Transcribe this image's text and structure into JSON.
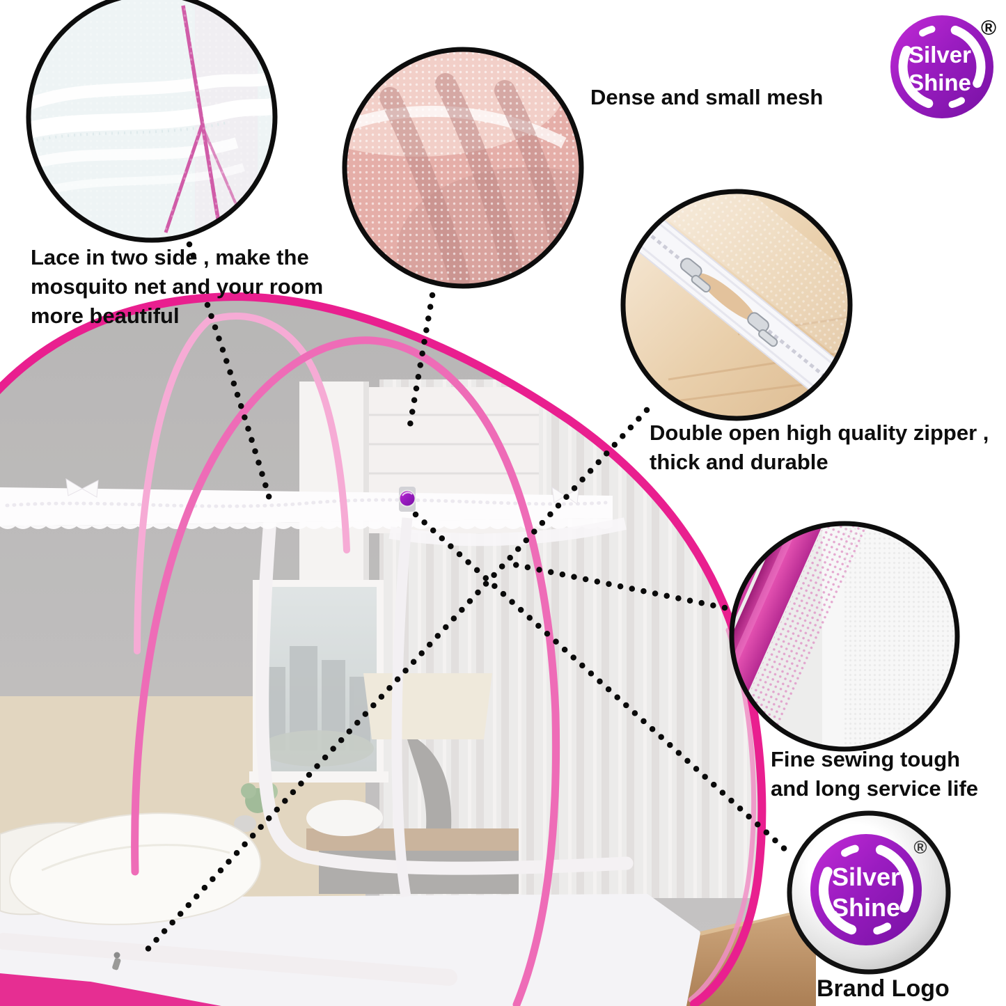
{
  "annotations": {
    "mesh_label": "Dense and small mesh",
    "lace_line1": "Lace in two side , make the",
    "lace_line2": "mosquito net and your room",
    "lace_line3": "more beautiful",
    "zipper_line1": "Double open high quality zipper ,",
    "zipper_line2": "thick and durable",
    "sewing_line1": "Fine sewing tough",
    "sewing_line2": "and long service life",
    "brand_caption": "Brand Logo"
  },
  "brand": {
    "word1": "Silver",
    "word2": "Shine",
    "registered": "®"
  },
  "colors": {
    "accent_pink": "#e91f8f",
    "light_pink": "#f6abd5",
    "logo_purple": "#9a1cc0",
    "callout_black": "#0a0a0a"
  }
}
